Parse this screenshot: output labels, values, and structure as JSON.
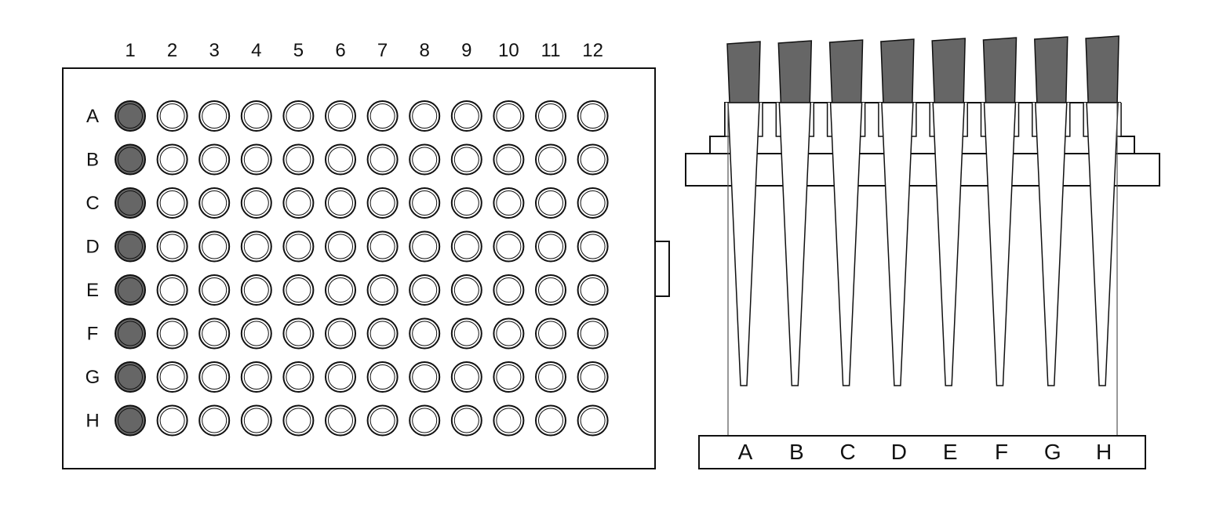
{
  "plate": {
    "columns": [
      "1",
      "2",
      "3",
      "4",
      "5",
      "6",
      "7",
      "8",
      "9",
      "10",
      "11",
      "12"
    ],
    "rows": [
      "A",
      "B",
      "C",
      "D",
      "E",
      "F",
      "G",
      "H"
    ],
    "filled_columns": [
      "1"
    ]
  },
  "pipette": {
    "channels": [
      "A",
      "B",
      "C",
      "D",
      "E",
      "F",
      "G",
      "H"
    ]
  },
  "colors": {
    "filled": "#666666",
    "stroke": "#111111",
    "empty": "#ffffff"
  }
}
